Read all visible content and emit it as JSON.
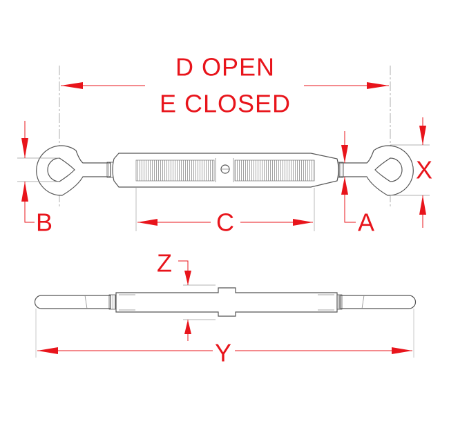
{
  "labels": {
    "d_open": "D OPEN",
    "e_closed": "E CLOSED",
    "a": "A",
    "b": "B",
    "c": "C",
    "x": "X",
    "y": "Y",
    "z": "Z"
  },
  "colors": {
    "dimension": "#e8141b",
    "outline": "#555555"
  }
}
